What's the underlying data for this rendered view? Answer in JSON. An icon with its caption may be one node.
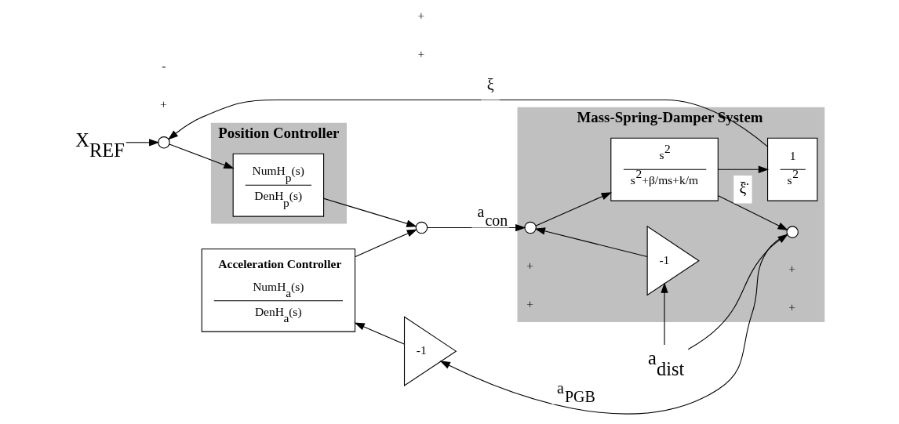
{
  "diagram": {
    "nodes": [
      {
        "text": [
          "X$_{REF}$"
        ]
      },
      {
        "text": [],
        "shape": "circle"
      },
      {
        "text": [
          "Position Controller"
        ]
      },
      {
        "text": [
          "NumH$_{p}$(s)",
          "DenH$_{p}$(s)"
        ],
        "in": 2
      },
      {
        "text": [
          "Acceleration Controller",
          "NumH$_{a}$(s)",
          "DenH$_{a}$(s)"
        ]
      },
      {
        "text": [],
        "shape": "circle"
      },
      {
        "text": [
          "Mass-Spring-Damper System"
        ]
      },
      {
        "text": [
          "-1"
        ],
        "in": 6
      },
      {
        "text": [
          "a$_{dist}$"
        ]
      },
      {
        "text": [
          "1",
          "s$^{2}$"
        ],
        "in": 6
      },
      {
        "text": [],
        "shape": "circle",
        "in": 6
      },
      {
        "text": [
          "s$^{2}$",
          "s$^{2}$+β/ms+k/m"
        ],
        "in": 6
      },
      {
        "text": [],
        "shape": "circle",
        "in": 6
      },
      {
        "text": [
          "-1"
        ]
      }
    ],
    "edges": [
      {
        "from": 0,
        "to": 1,
        "arrow": "to"
      },
      {
        "from": 1,
        "to": 3,
        "arrow": "to"
      },
      {
        "from": 3,
        "to": 5,
        "arrow": "to"
      },
      {
        "from": 4,
        "to": 5,
        "arrow": "to"
      },
      {
        "from": 5,
        "to": 10,
        "arrow": "to",
        "label": "a$_{con}$"
      },
      {
        "from": 10,
        "to": 11,
        "arrow": "to"
      },
      {
        "from": 11,
        "to": 12,
        "arrow": "to",
        "label": "ξ̈"
      },
      {
        "from": 11,
        "to": 9,
        "arrow": "to"
      },
      {
        "from": 8,
        "to": 12,
        "arrow": "to"
      },
      {
        "from": 8,
        "to": 7,
        "arrow": "to"
      },
      {
        "from": 7,
        "to": 10,
        "arrow": "to"
      },
      {
        "from": 9,
        "to": 1,
        "arrow": "to",
        "label": "ξ"
      },
      {
        "from": 12,
        "to": 13,
        "arrow": "to",
        "label": "a$_{PGB}$"
      },
      {
        "from": 13,
        "to": 4,
        "arrow": "to"
      }
    ],
    "labels": [
      "+",
      "-",
      "+",
      "+",
      "+",
      "+",
      "+",
      "+"
    ]
  }
}
